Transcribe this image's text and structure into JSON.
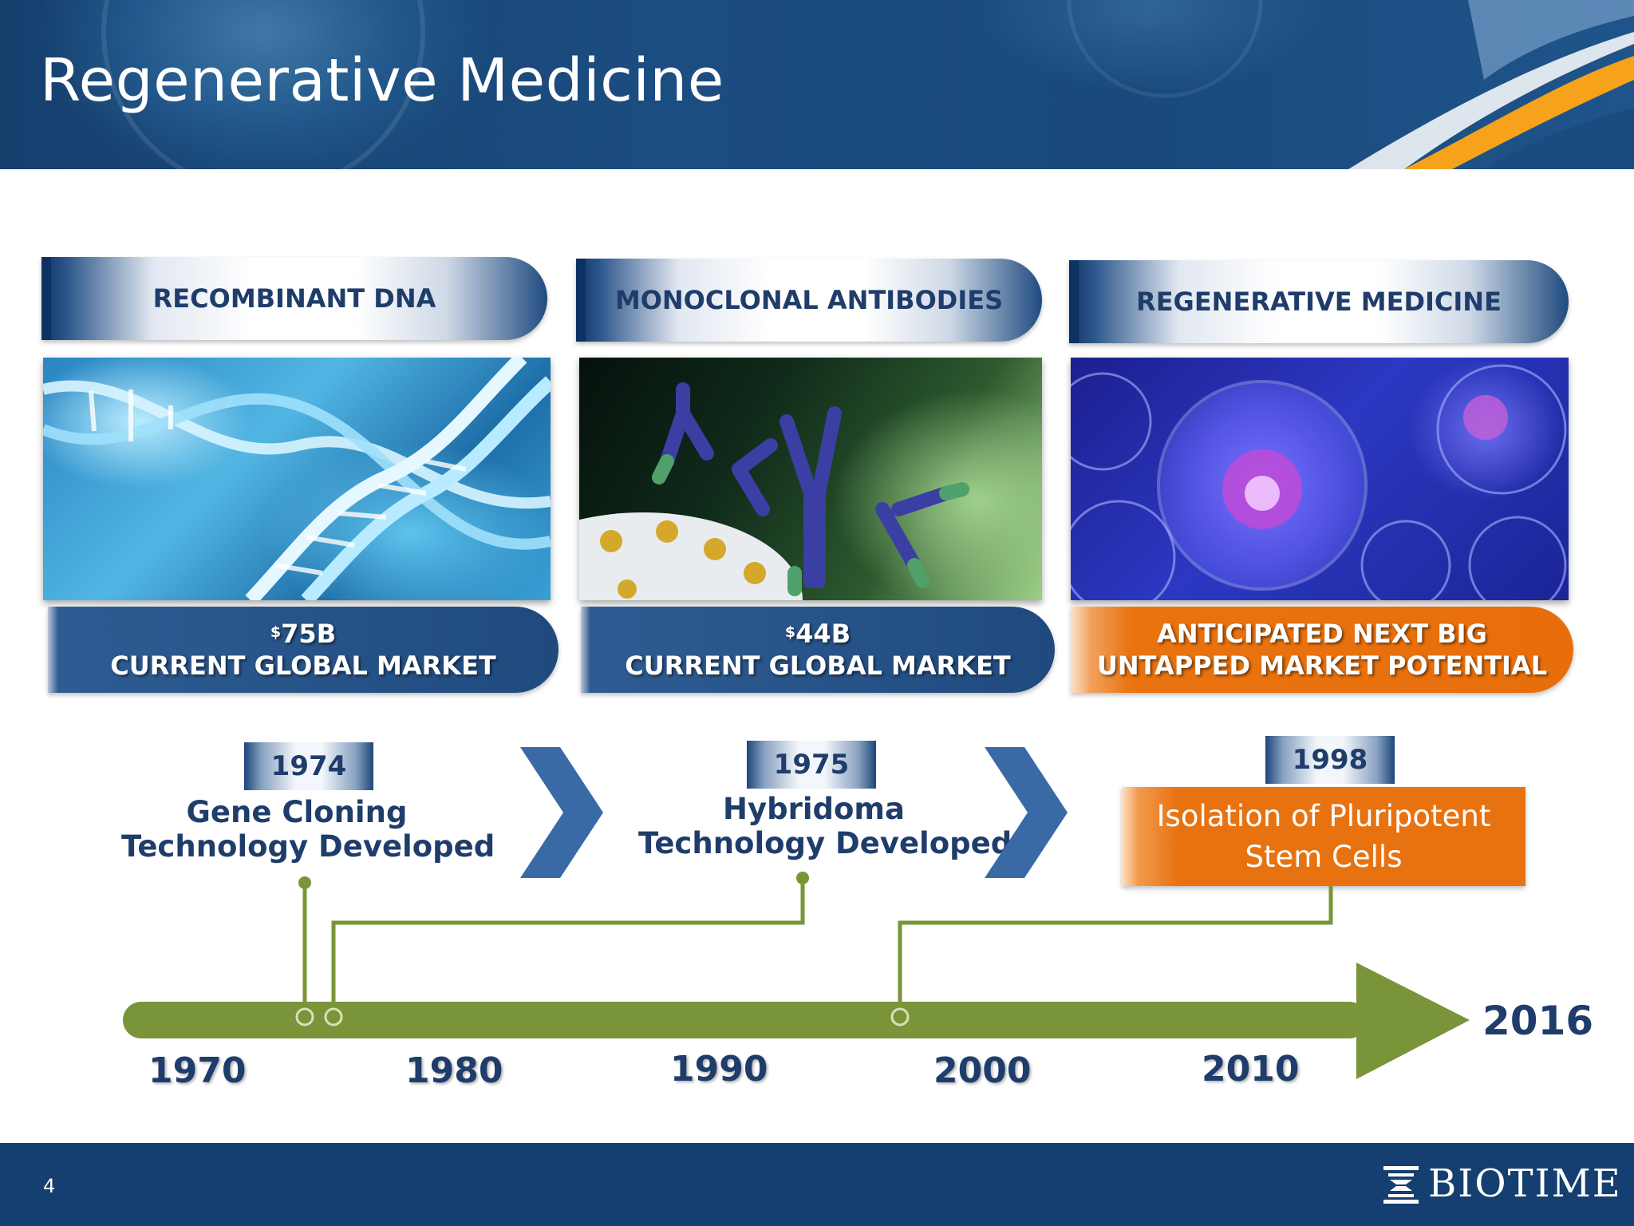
{
  "title": "Regenerative Medicine",
  "colors": {
    "navy": "#143f70",
    "text_navy": "#1f3d6b",
    "orange": "#e86e0b",
    "green": "#7a9439"
  },
  "columns": [
    {
      "banner": "RECOMBINANT DNA",
      "image_icon": "dna-helix-image",
      "market_value": "75B",
      "currency": "$",
      "market_line": "CURRENT GLOBAL MARKET"
    },
    {
      "banner": "MONOCLONAL ANTIBODIES",
      "image_icon": "antibodies-image",
      "market_value": "44B",
      "currency": "$",
      "market_line": "CURRENT GLOBAL MARKET"
    },
    {
      "banner": "REGENERATIVE MEDICINE",
      "image_icon": "stem-cell-image",
      "market_line1": "ANTICIPATED NEXT BIG",
      "market_line2": "UNTAPPED MARKET POTENTIAL"
    }
  ],
  "events": [
    {
      "year": "1974",
      "line1": "Gene Cloning",
      "line2": "Technology Developed"
    },
    {
      "year": "1975",
      "line1": "Hybridoma",
      "line2": "Technology Developed"
    },
    {
      "year": "1998",
      "line1": "Isolation of Pluripotent",
      "line2": "Stem Cells"
    }
  ],
  "timeline": {
    "decades": [
      "1970",
      "1980",
      "1990",
      "2000",
      "2010"
    ],
    "end_year": "2016"
  },
  "footer": {
    "page_number": "4",
    "logo": "BIOTIME"
  }
}
